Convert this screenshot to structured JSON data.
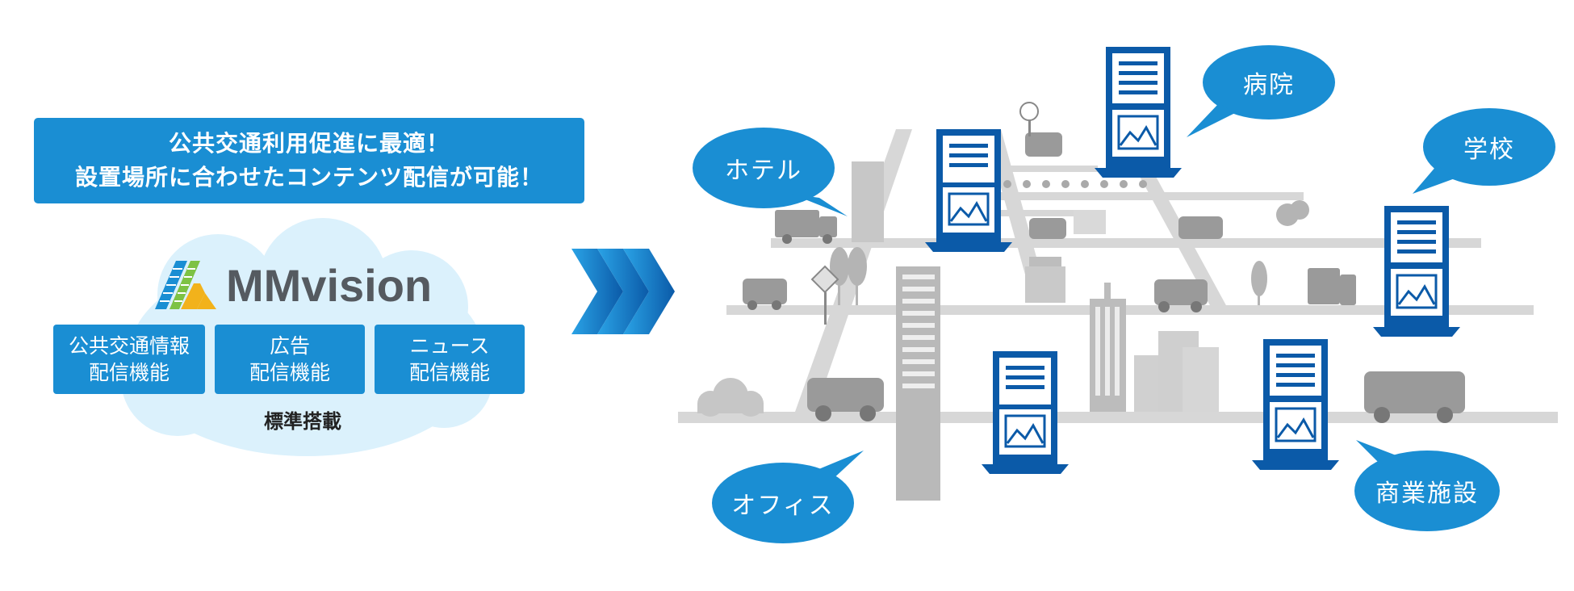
{
  "headline": {
    "line1": "公共交通利用促進に最適！",
    "line2": "設置場所に合わせたコンテンツ配信が可能！"
  },
  "logo": {
    "text": "MMvision"
  },
  "features": [
    {
      "line1": "公共交通情報",
      "line2": "配信機能"
    },
    {
      "line1": "広告",
      "line2": "配信機能"
    },
    {
      "line1": "ニュース",
      "line2": "配信機能"
    }
  ],
  "standard_label": "標準搭載",
  "locations": {
    "hotel": "ホテル",
    "hospital": "病院",
    "school": "学校",
    "office": "オフィス",
    "commercial": "商業施設"
  },
  "colors": {
    "primary_blue": "#1a8ed3",
    "dark_blue": "#0b5aa8",
    "cloud": "#dbf1fc",
    "gray": "#9a9a9a",
    "light_gray": "#d4d4d4"
  }
}
